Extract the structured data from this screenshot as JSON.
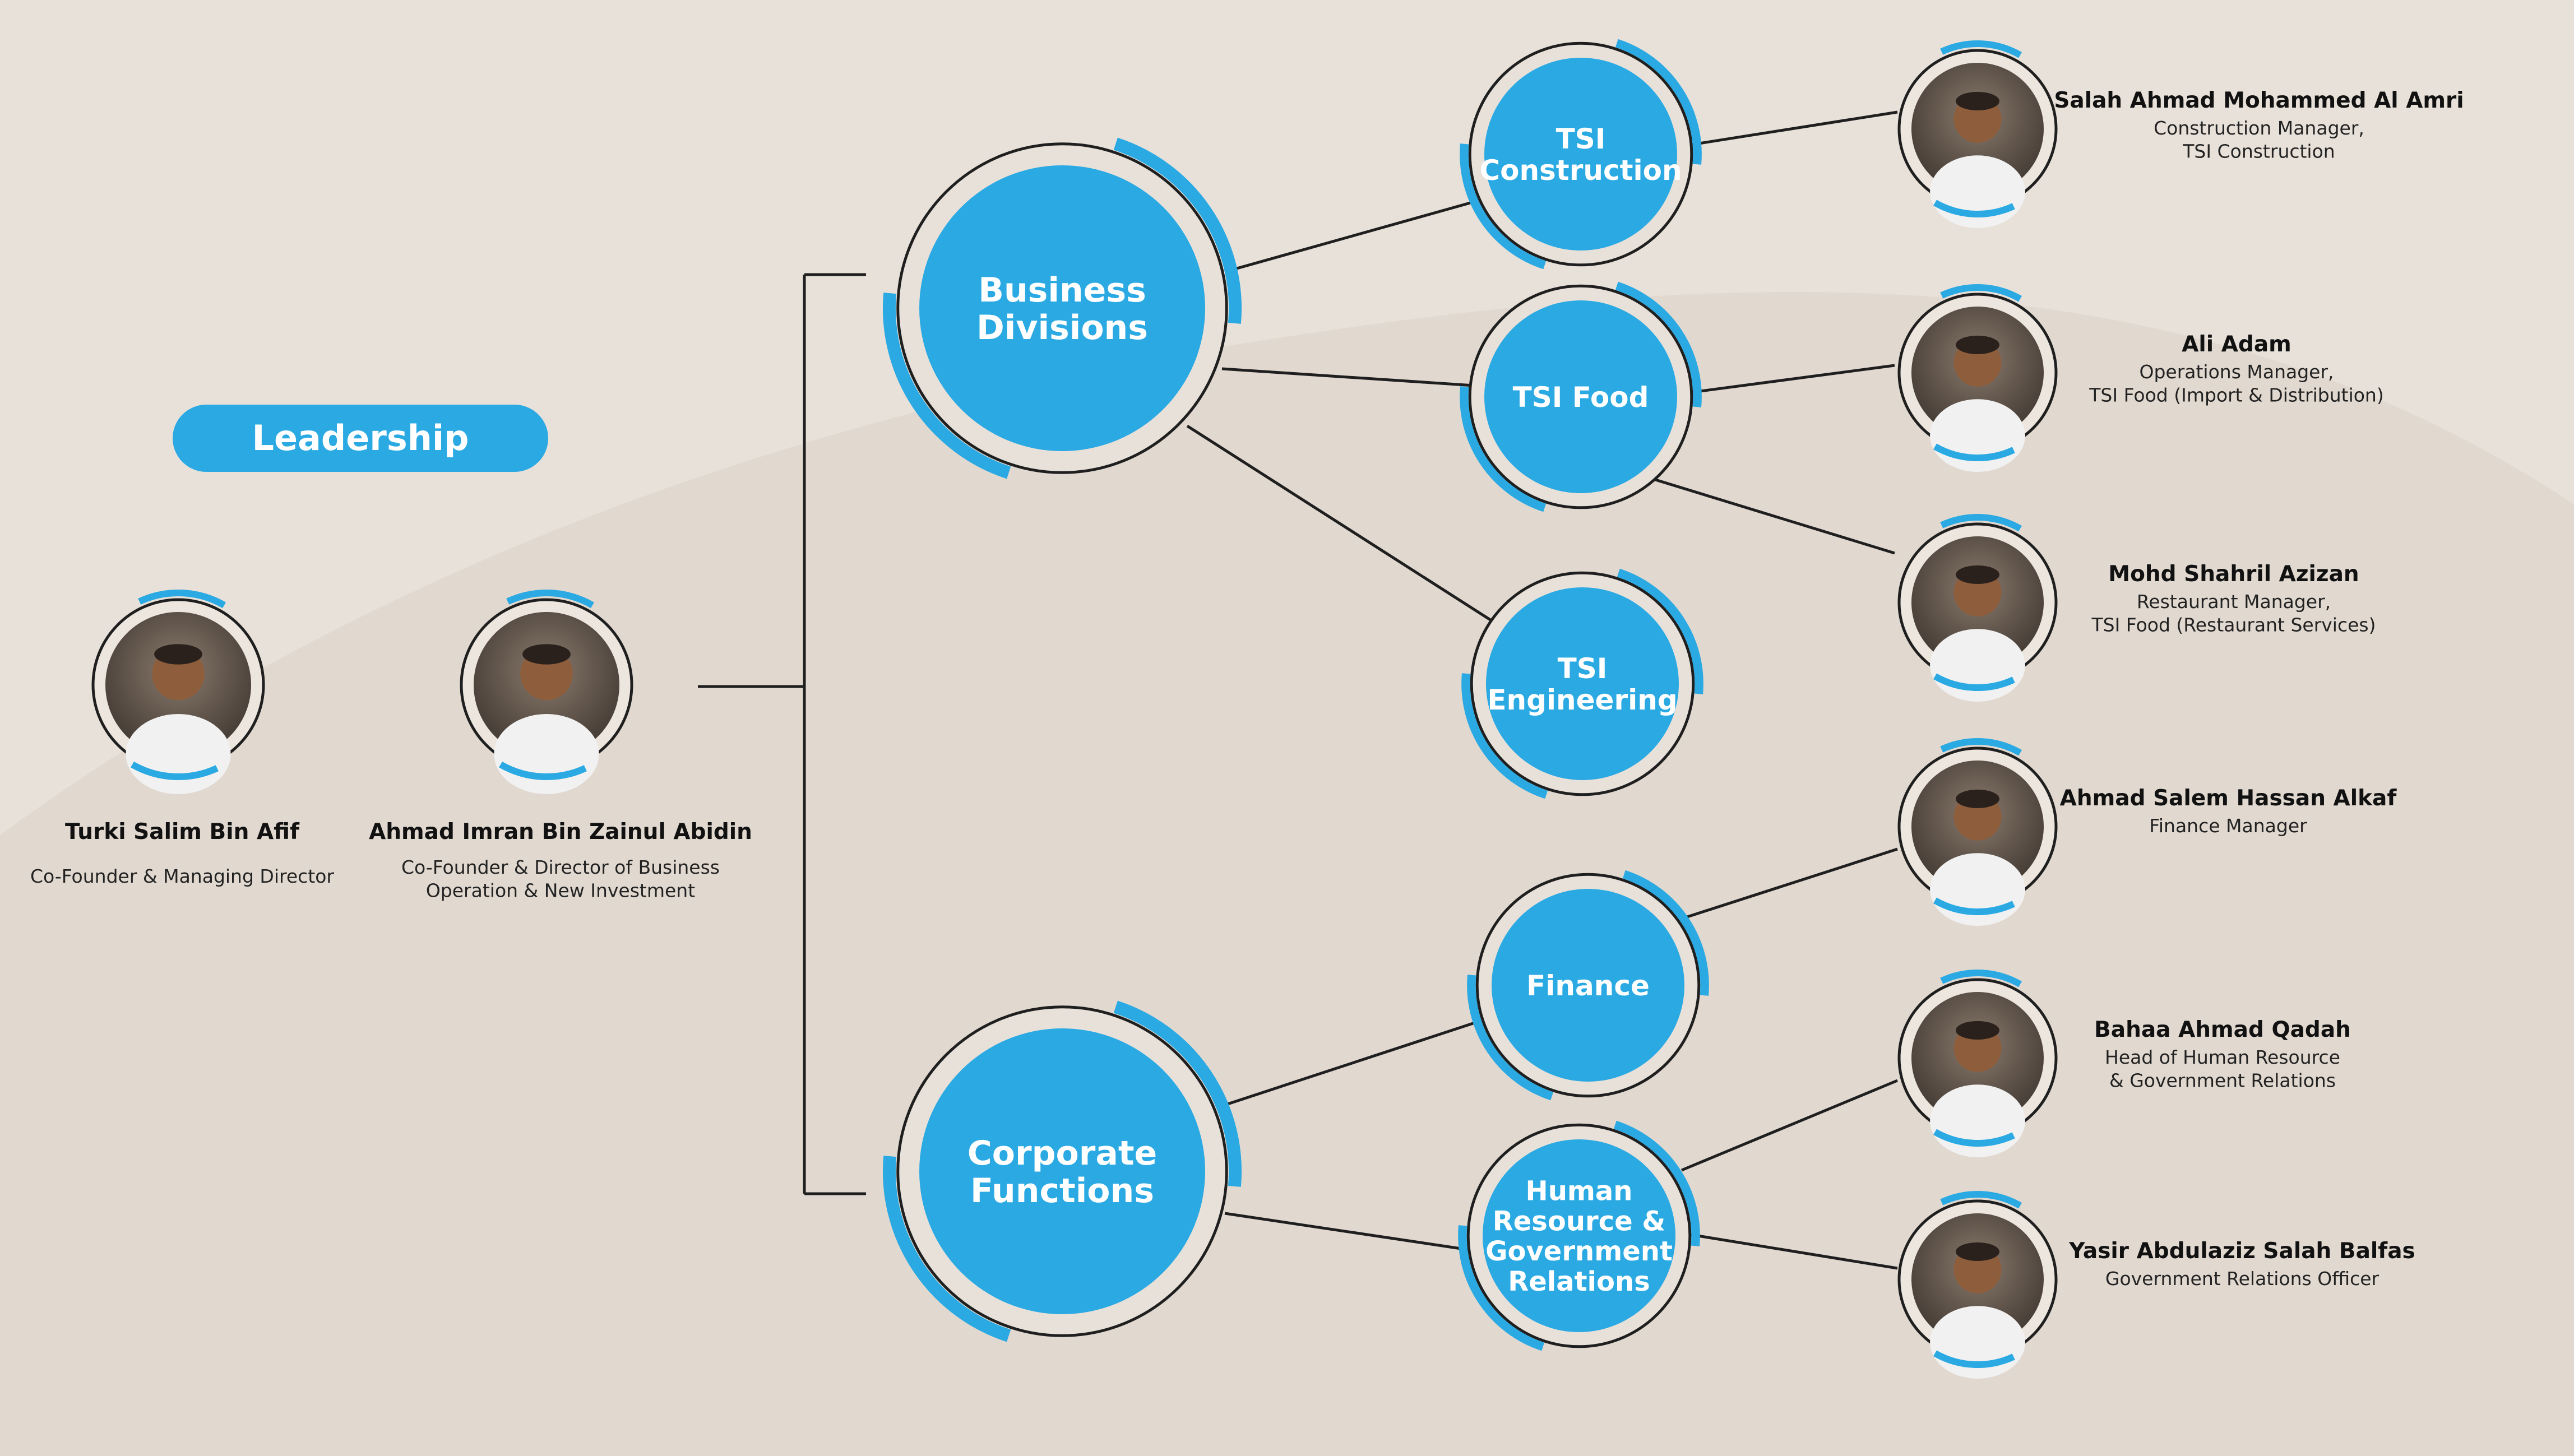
{
  "colors": {
    "background": "#e8e1d9",
    "background_wave": "#e1d9d0",
    "accent_blue": "#2aa9e3",
    "line": "#1f1f1f",
    "text_dark": "#111111",
    "text_white": "#ffffff"
  },
  "leadership_badge": "Leadership",
  "leaders": [
    {
      "name": "Turki Salim Bin Afif",
      "role": [
        "Co-Founder & Managing Director"
      ]
    },
    {
      "name": "Ahmad Imran Bin Zainul Abidin",
      "role": [
        "Co-Founder & Director of Business",
        "Operation & New Investment"
      ]
    }
  ],
  "groups": [
    {
      "label": [
        "Business",
        "Divisions"
      ]
    },
    {
      "label": [
        "Corporate",
        "Functions"
      ]
    }
  ],
  "units": [
    {
      "label": [
        "TSI",
        "Construction"
      ]
    },
    {
      "label": [
        "TSI Food"
      ]
    },
    {
      "label": [
        "TSI",
        "Engineering"
      ]
    },
    {
      "label": [
        "Finance"
      ]
    },
    {
      "label": [
        "Human",
        "Resource &",
        "Government",
        "Relations"
      ]
    }
  ],
  "managers": [
    {
      "name": "Salah Ahmad Mohammed Al Amri",
      "role": [
        "Construction Manager,",
        "TSI Construction"
      ]
    },
    {
      "name": "Ali Adam",
      "role": [
        "Operations Manager,",
        "TSI Food (Import & Distribution)"
      ]
    },
    {
      "name": "Mohd Shahril Azizan",
      "role": [
        "Restaurant Manager,",
        "TSI Food (Restaurant Services)"
      ]
    },
    {
      "name": "Ahmad Salem Hassan Alkaf",
      "role": [
        "Finance Manager"
      ]
    },
    {
      "name": "Bahaa Ahmad Qadah",
      "role": [
        "Head of Human Resource",
        "& Government Relations"
      ]
    },
    {
      "name": "Yasir Abdulaziz Salah Balfas",
      "role": [
        "Government Relations Officer"
      ]
    }
  ],
  "connections": [
    {
      "from": "leadership",
      "to": "Business Divisions"
    },
    {
      "from": "leadership",
      "to": "Corporate Functions"
    },
    {
      "from": "Business Divisions",
      "to": "TSI Construction"
    },
    {
      "from": "Business Divisions",
      "to": "TSI Food"
    },
    {
      "from": "Business Divisions",
      "to": "TSI Engineering"
    },
    {
      "from": "Corporate Functions",
      "to": "Finance"
    },
    {
      "from": "Corporate Functions",
      "to": "Human Resource & Government Relations"
    },
    {
      "from": "TSI Construction",
      "to": "Salah Ahmad Mohammed Al Amri"
    },
    {
      "from": "TSI Food",
      "to": "Ali Adam"
    },
    {
      "from": "TSI Food",
      "to": "Mohd Shahril Azizan"
    },
    {
      "from": "Finance",
      "to": "Ahmad Salem Hassan Alkaf"
    },
    {
      "from": "Human Resource & Government Relations",
      "to": "Bahaa Ahmad Qadah"
    },
    {
      "from": "Human Resource & Government Relations",
      "to": "Yasir Abdulaziz Salah Balfas"
    }
  ],
  "icons": {
    "portrait": "person-portrait-icon"
  }
}
